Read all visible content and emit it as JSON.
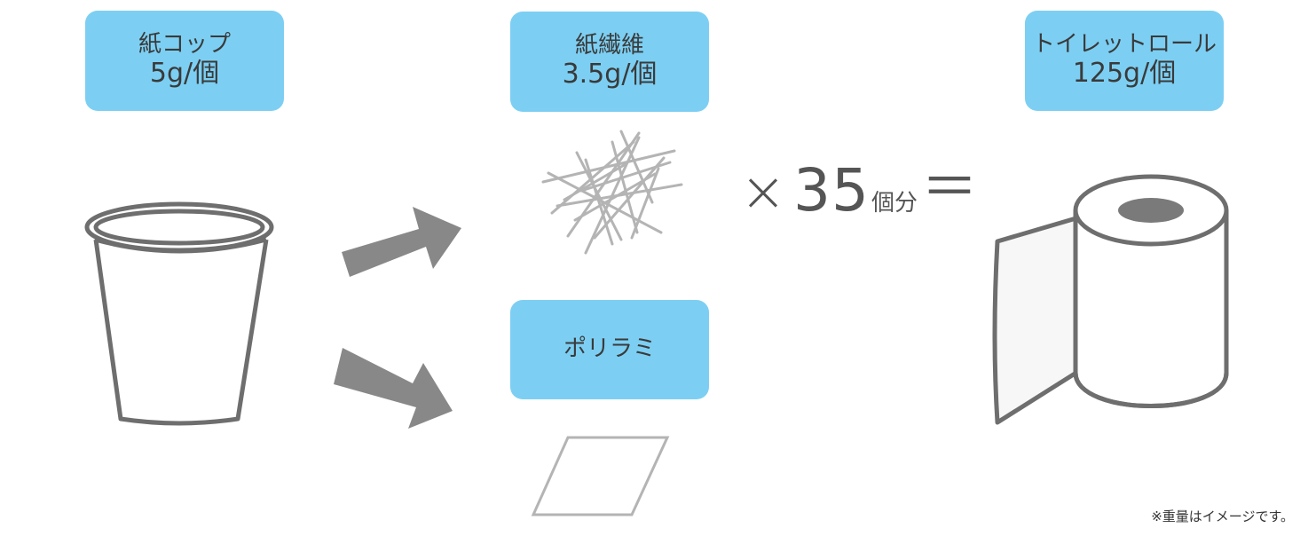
{
  "labels": {
    "paper_cup": {
      "name": "紙コップ",
      "weight": "5g/個"
    },
    "paper_fiber": {
      "name": "紙繊維",
      "weight": "3.5g/個"
    },
    "polylaminate": {
      "name": "ポリラミ"
    },
    "toilet_roll": {
      "name": "トイレットロール",
      "weight": "125g/個"
    }
  },
  "equation": {
    "times_sign": "×",
    "count": "35",
    "count_unit": "個分",
    "equals_sign": "＝"
  },
  "note": "※重量はイメージです。",
  "colors": {
    "label_background": "#7ccff3",
    "arrow": "#888888",
    "outline": "#6e6e6e",
    "fiber": "#b4b4b4",
    "roll_fill": "#f6f7f6"
  },
  "icons": [
    "paper-cup-icon",
    "arrow-right-icon",
    "paper-fiber-icon",
    "polylaminate-sheet-icon",
    "toilet-roll-icon"
  ]
}
